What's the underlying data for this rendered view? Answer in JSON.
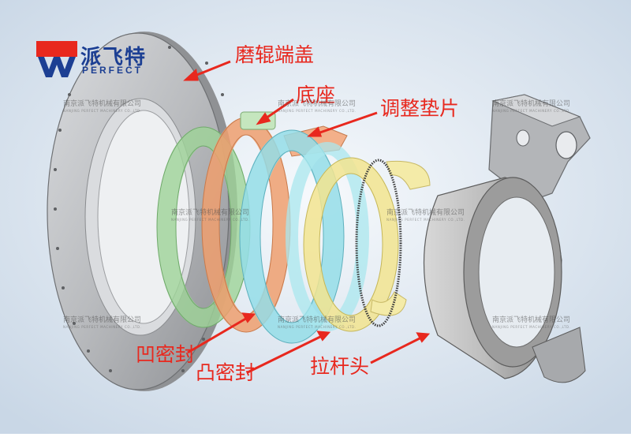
{
  "logo": {
    "name_cn": "派飞特",
    "name_en": "PERFECT",
    "colors": {
      "red": "#e8281e",
      "blue": "#1c3f93"
    }
  },
  "labels": {
    "end_cover": "磨辊端盖",
    "base": "底座",
    "shim": "调整垫片",
    "concave_seal": "凹密封",
    "convex_seal": "凸密封",
    "rod_head": "拉杆头"
  },
  "watermarks": {
    "company_cn": "南京派飞特机械有限公司",
    "company_en": "NANJING PERFECT MACHINERY CO.,LTD."
  },
  "colors": {
    "background": "#e6eef6",
    "annotation": "#e8281e",
    "metal": "#b7b9bd",
    "green_ring": "#bce6b4",
    "orange_ring": "#f1b58d",
    "cyan_ring": "#a8e4ec",
    "yellow_ring": "#f4eba8"
  }
}
